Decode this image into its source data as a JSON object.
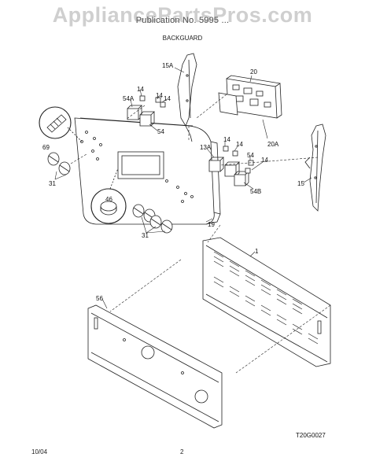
{
  "header": {
    "watermark": "AppliancePartsPros.com",
    "publication": "Publication No. 5995 ...",
    "section": "BACKGUARD"
  },
  "diagram": {
    "drawing_code": "T20G0027",
    "callouts": {
      "c15a": "15A",
      "c20": "20",
      "c20a": "20A",
      "c14a": "14",
      "c14b": "14",
      "c14c": "14",
      "c54a": "54A",
      "c54": "54",
      "c69": "69",
      "c13a": "13A",
      "c14d": "14",
      "c14e": "14",
      "c54c": "54",
      "c14f": "14",
      "c54b": "54B",
      "c15": "15",
      "c31a": "31",
      "c46": "46",
      "c31b": "31",
      "c19": "19",
      "c1": "1",
      "c56": "56"
    }
  },
  "footer": {
    "date": "10/04",
    "page": "2"
  },
  "colors": {
    "line": "#222222",
    "watermark": "#8a8a8a"
  }
}
